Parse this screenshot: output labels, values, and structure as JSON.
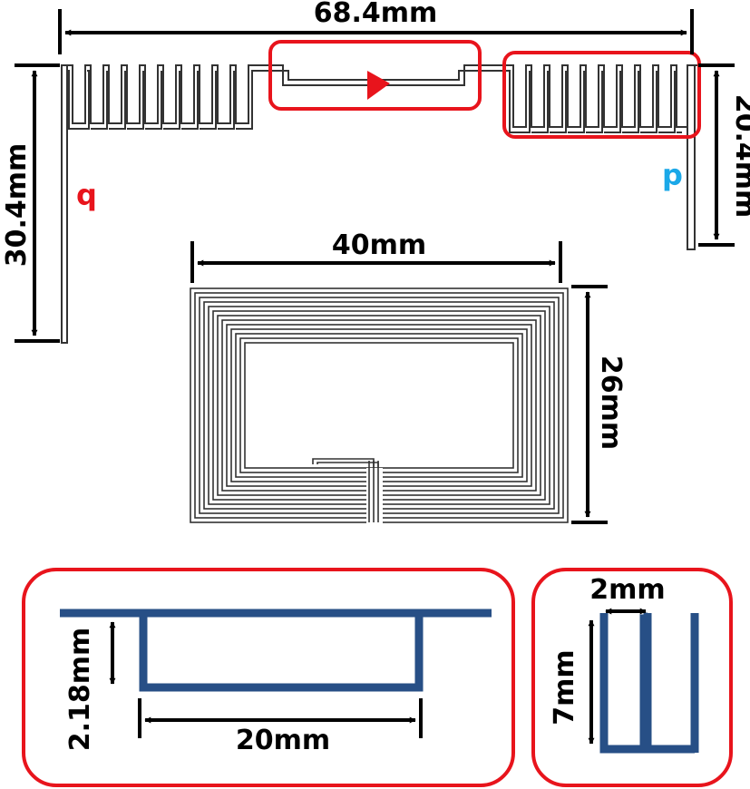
{
  "dimensions": {
    "total_width": "68.4mm",
    "left_height": "30.4mm",
    "right_height": "20.4mm",
    "coil_width": "40mm",
    "coil_height": "26mm",
    "loop_height": "2.18mm",
    "loop_width": "20mm",
    "meander_pitch": "2mm",
    "meander_height": "7mm"
  },
  "points": {
    "q_label": "q",
    "p_label": "p"
  },
  "colors": {
    "dimension": "#000000",
    "highlight": "#e8141c",
    "trace_detail": "#274f86",
    "trace_outline": "#333333",
    "q_color": "#e8141c",
    "p_color": "#1ba8e8"
  }
}
